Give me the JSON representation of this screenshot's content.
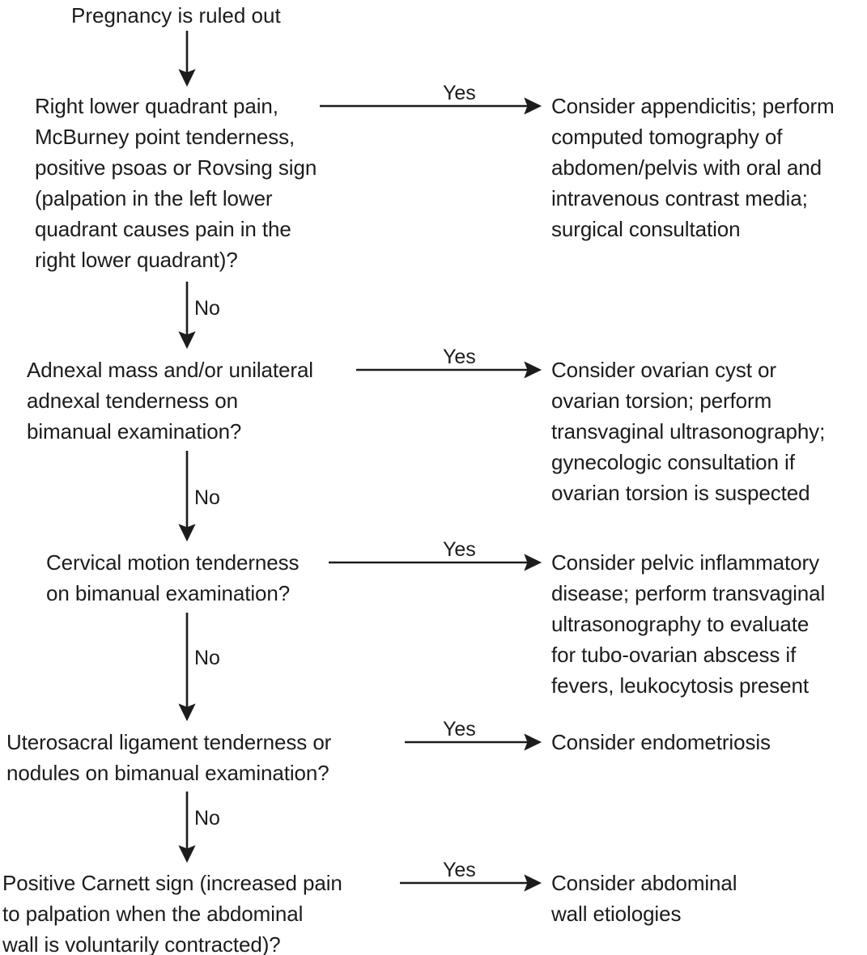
{
  "chart_data": {
    "type": "diagram",
    "title": "Pregnancy is ruled out",
    "diagram_kind": "clinical decision flowchart",
    "orientation": "vertical with right Yes-branches"
  },
  "flowchart": {
    "start": {
      "label": "Pregnancy is ruled out"
    },
    "yes_label": "Yes",
    "no_label": "No",
    "steps": [
      {
        "id": "appendicitis",
        "question": "Right lower quadrant pain,\nMcBurney point tenderness,\npositive psoas or Rovsing sign\n(palpation in the left lower\nquadrant causes pain in the\nright lower quadrant)?",
        "yes_label": "Yes",
        "no_label": "No",
        "outcome": "Consider appendicitis; perform\ncomputed tomography of\nabdomen/pelvis with oral and\nintravenous contrast media;\nsurgical consultation"
      },
      {
        "id": "ovarian",
        "question": "Adnexal mass and/or unilateral\nadnexal tenderness on\nbimanual examination?",
        "yes_label": "Yes",
        "no_label": "No",
        "outcome": "Consider ovarian cyst or\novarian torsion; perform\ntransvaginal ultrasonography;\ngynecologic consultation if\novarian torsion is suspected"
      },
      {
        "id": "pid",
        "question": "Cervical motion tenderness\non bimanual examination?",
        "yes_label": "Yes",
        "no_label": "No",
        "outcome": "Consider pelvic inflammatory\ndisease; perform transvaginal\nultrasonography to evaluate\nfor tubo-ovarian abscess if\nfevers, leukocytosis present"
      },
      {
        "id": "endometriosis",
        "question": "Uterosacral ligament tenderness or\nnodules on bimanual examination?",
        "yes_label": "Yes",
        "no_label": "No",
        "outcome": "Consider endometriosis"
      },
      {
        "id": "abdominal-wall",
        "question": "Positive Carnett sign (increased pain\nto palpation when the abdominal\nwall is voluntarily contracted)?",
        "yes_label": "Yes",
        "no_label": "",
        "outcome": "Consider abdominal\nwall etiologies"
      }
    ]
  },
  "colors": {
    "ink": "#1c1c1c",
    "background": "#ffffff"
  }
}
